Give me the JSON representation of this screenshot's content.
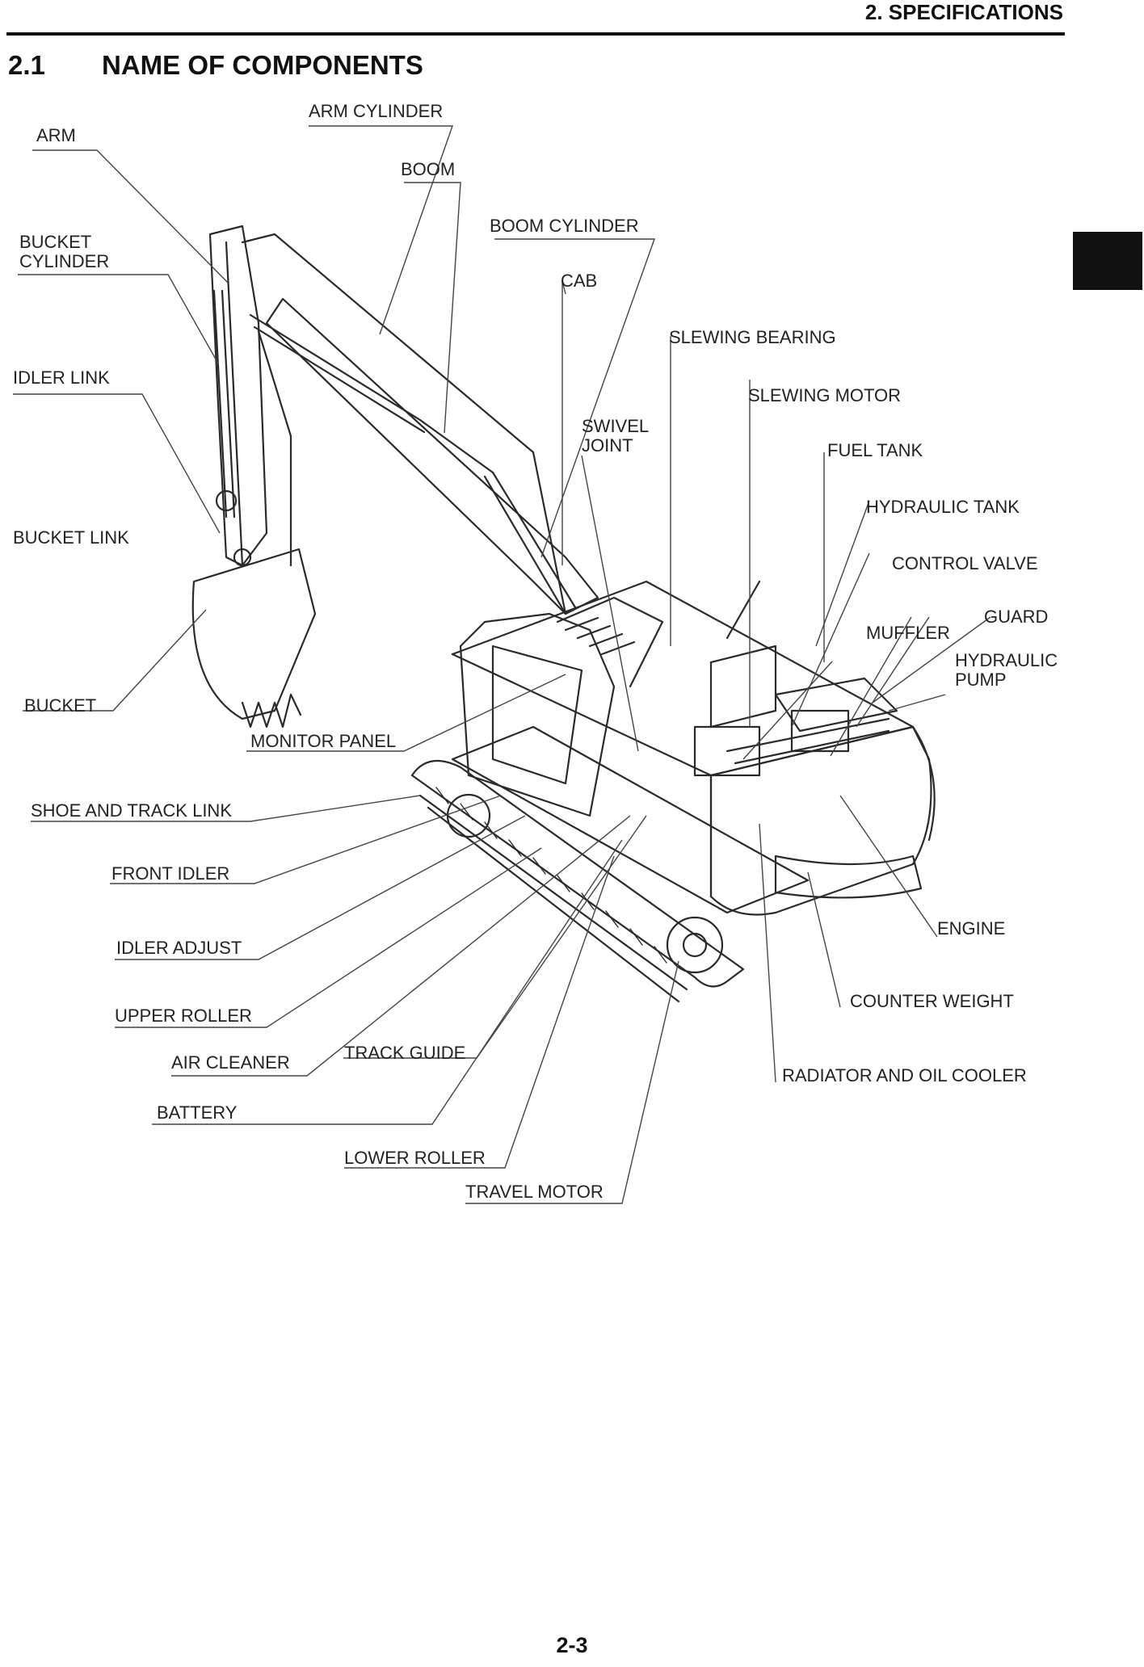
{
  "header": {
    "chapter": "2. SPECIFICATIONS"
  },
  "section": {
    "number": "2.1",
    "title": "NAME OF COMPONENTS"
  },
  "labels": {
    "arm": "ARM",
    "arm_cylinder": "ARM CYLINDER",
    "boom": "BOOM",
    "bucket_cylinder": "BUCKET CYLINDER",
    "boom_cylinder": "BOOM CYLINDER",
    "cab": "CAB",
    "slewing_bearing": "SLEWING BEARING",
    "idler_link": "IDLER LINK",
    "slewing_motor": "SLEWING MOTOR",
    "swivel_joint": "SWIVEL JOINT",
    "fuel_tank": "FUEL TANK",
    "hydraulic_tank": "HYDRAULIC TANK",
    "bucket_link": "BUCKET LINK",
    "control_valve": "CONTROL VALVE",
    "guard": "GUARD",
    "muffler": "MUFFLER",
    "hydraulic_pump": "HYDRAULIC PUMP",
    "bucket": "BUCKET",
    "monitor_panel": "MONITOR PANEL",
    "shoe_and_track_link": "SHOE AND TRACK LINK",
    "front_idler": "FRONT IDLER",
    "engine": "ENGINE",
    "idler_adjust": "IDLER ADJUST",
    "counter_weight": "COUNTER WEIGHT",
    "upper_roller": "UPPER ROLLER",
    "track_guide": "TRACK GUIDE",
    "air_cleaner": "AIR CLEANER",
    "radiator_and_oil_cooler": "RADIATOR AND OIL COOLER",
    "battery": "BATTERY",
    "lower_roller": "LOWER ROLLER",
    "travel_motor": "TRAVEL MOTOR"
  },
  "footer": {
    "page_number": "2-3"
  }
}
